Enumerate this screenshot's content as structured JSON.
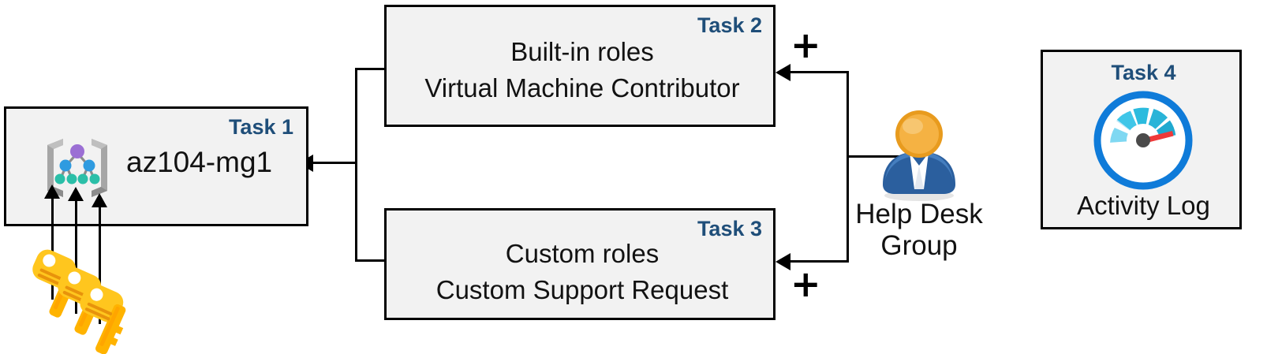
{
  "diagram": {
    "title": "Azure RBAC task diagram",
    "accent_color": "#1F4E79",
    "box_fill": "#F2F2F2",
    "box_border": "#000000"
  },
  "task1": {
    "tag": "Task 1",
    "label": "az104-mg1",
    "icon": "management-group-icon"
  },
  "task2": {
    "tag": "Task 2",
    "line1": "Built-in roles",
    "line2": "Virtual Machine Contributor",
    "plus": "+"
  },
  "task3": {
    "tag": "Task 3",
    "line1": "Custom roles",
    "line2": "Custom Support Request",
    "plus": "+"
  },
  "task4": {
    "tag": "Task 4",
    "label": "Activity Log",
    "icon": "gauge-icon"
  },
  "helpdesk": {
    "line1": "Help Desk",
    "line2": "Group",
    "icon": "user-group-icon"
  },
  "keys": {
    "icon": "keys-icon",
    "count": 3
  }
}
